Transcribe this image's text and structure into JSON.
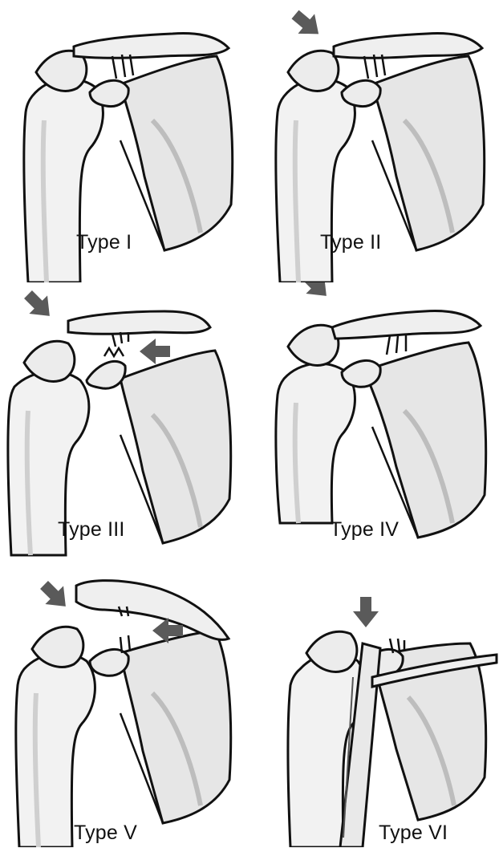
{
  "figure": {
    "panels": [
      {
        "label": "Type I",
        "arrows": []
      },
      {
        "label": "Type II",
        "arrows": [
          "down-right"
        ]
      },
      {
        "label": "Type III",
        "arrows": [
          "down-right",
          "left"
        ]
      },
      {
        "label": "Type IV",
        "arrows": [
          "down-right"
        ]
      },
      {
        "label": "Type V",
        "arrows": [
          "down-right",
          "left"
        ]
      },
      {
        "label": "Type VI",
        "arrows": [
          "down"
        ]
      }
    ],
    "colors": {
      "ink": "#111111",
      "bone_fill": "#f2f2f2",
      "bone_shade": "#bdbdbd",
      "arrow": "#5a5a5a",
      "background": "#ffffff"
    }
  }
}
